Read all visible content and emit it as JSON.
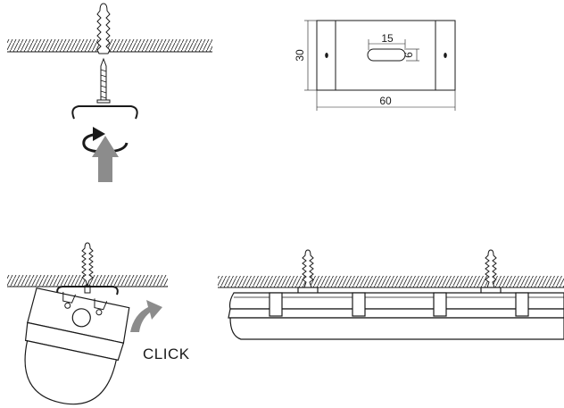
{
  "dimensions": {
    "slot_width": "15",
    "slot_height": "6",
    "bracket_height": "30",
    "bracket_width": "60"
  },
  "labels": {
    "click": "CLICK"
  },
  "colors": {
    "line": "#1a1a1a",
    "arrow_fill": "#8c8c8c",
    "surface": "#ffffff"
  },
  "icons": {
    "rotate": "rotate-clockwise-icon",
    "push_up": "arrow-up-icon",
    "tilt_up": "curved-arrow-icon"
  }
}
